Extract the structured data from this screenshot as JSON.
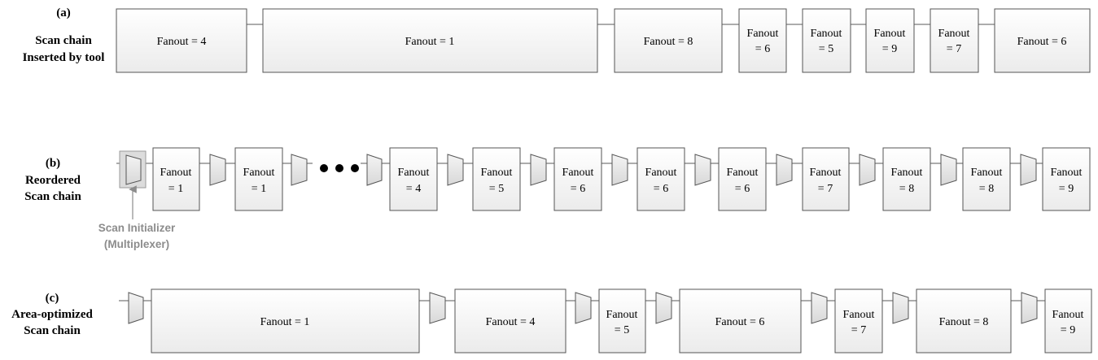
{
  "rows": {
    "a": {
      "label": [
        "(a)",
        "Scan chain",
        "Inserted by tool"
      ],
      "blocks": [
        [
          "Fanout = 4"
        ],
        [
          "Fanout = 1"
        ],
        [
          "Fanout = 8"
        ],
        [
          "Fanout",
          "= 6"
        ],
        [
          "Fanout",
          "= 5"
        ],
        [
          "Fanout",
          "= 9"
        ],
        [
          "Fanout",
          "= 7"
        ],
        [
          "Fanout = 6"
        ]
      ]
    },
    "b": {
      "label": [
        "(b)",
        "Reordered",
        "Scan chain"
      ],
      "blocks": [
        [
          "Fanout",
          "= 1"
        ],
        [
          "Fanout",
          "= 1"
        ],
        [
          "Fanout",
          "= 4"
        ],
        [
          "Fanout",
          "= 5"
        ],
        [
          "Fanout",
          "= 6"
        ],
        [
          "Fanout",
          "= 6"
        ],
        [
          "Fanout",
          "= 6"
        ],
        [
          "Fanout",
          "= 7"
        ],
        [
          "Fanout",
          "= 8"
        ],
        [
          "Fanout",
          "= 8"
        ],
        [
          "Fanout",
          "= 9"
        ]
      ],
      "initializer": [
        "Scan Initializer",
        "(Multiplexer)"
      ]
    },
    "c": {
      "label": [
        "(c)",
        "Area-optimized",
        "Scan chain"
      ],
      "blocks": [
        [
          "Fanout = 1"
        ],
        [
          "Fanout = 4"
        ],
        [
          "Fanout",
          "= 5"
        ],
        [
          "Fanout = 6"
        ],
        [
          "Fanout",
          "= 7"
        ],
        [
          "Fanout = 8"
        ],
        [
          "Fanout",
          "= 9"
        ]
      ]
    }
  }
}
